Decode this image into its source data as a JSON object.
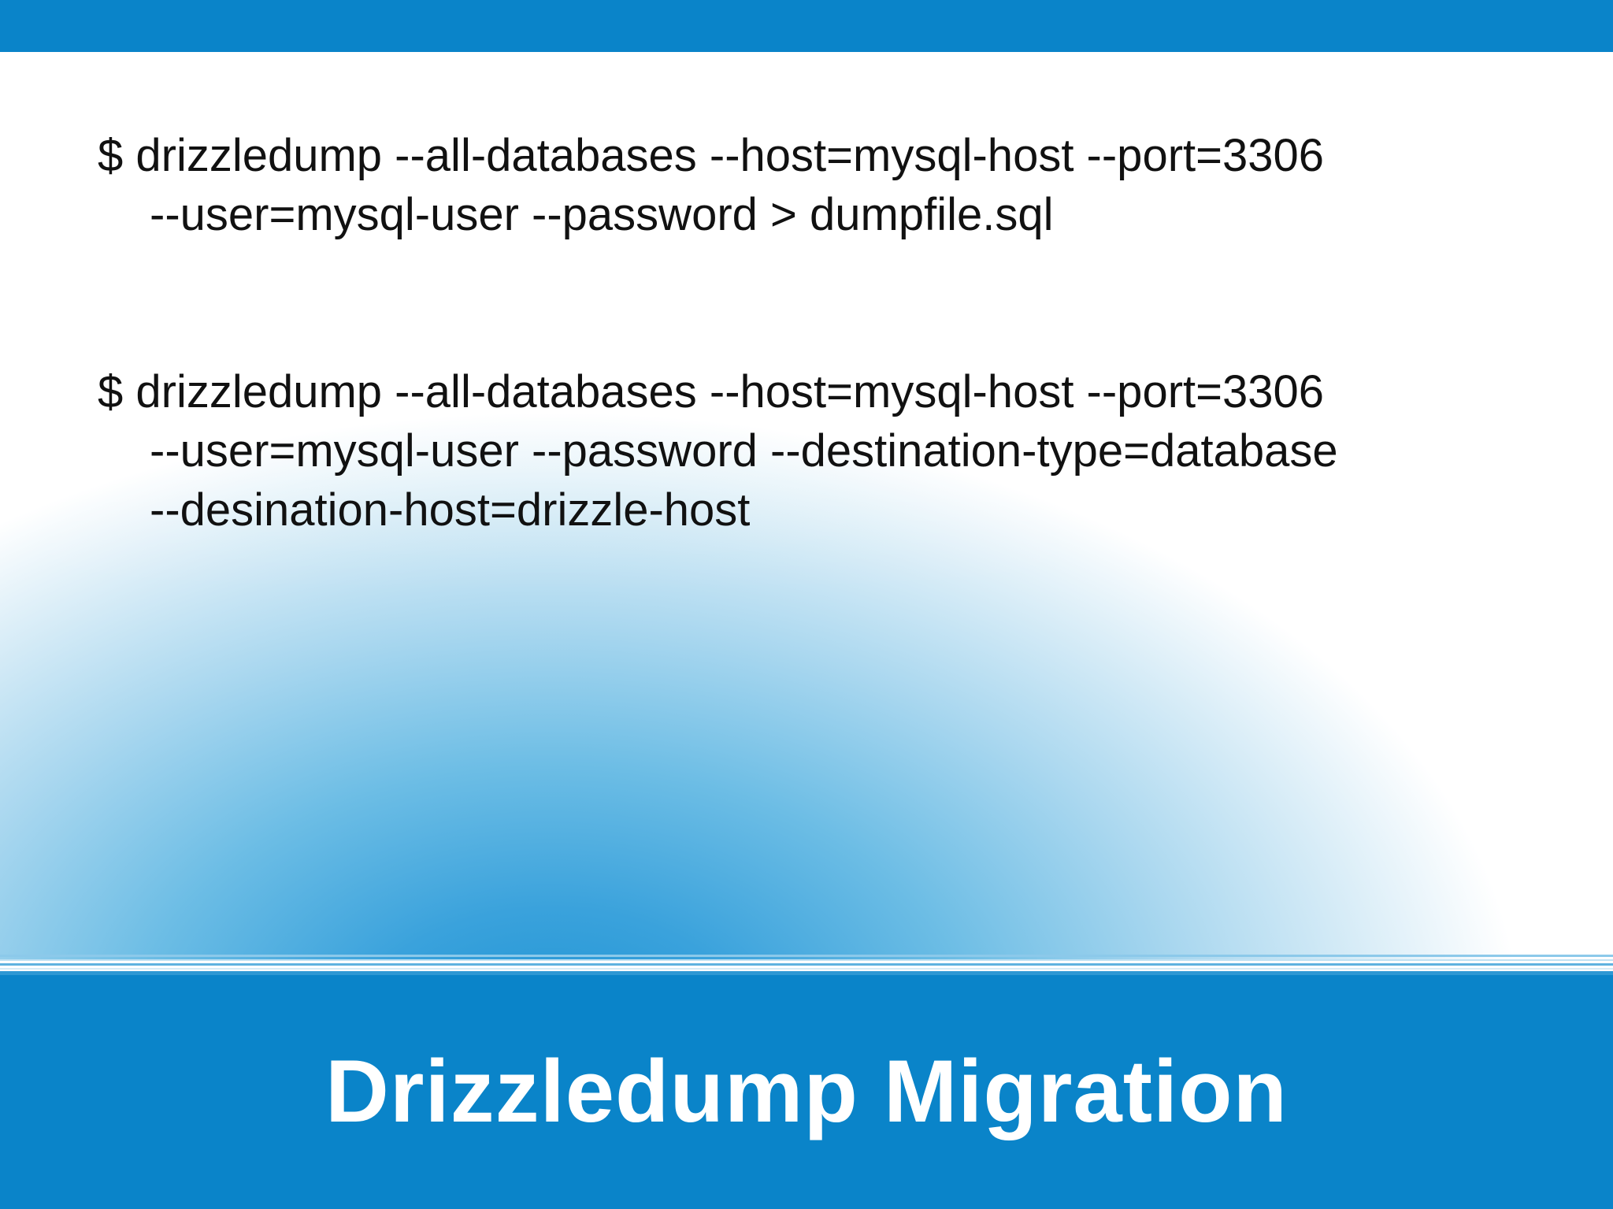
{
  "slide": {
    "title": "Drizzledump Migration",
    "colors": {
      "accent_blue": "#0a84c9",
      "text": "#111111",
      "title_text": "#ffffff"
    },
    "commands": [
      {
        "lines": [
          "$ drizzledump --all-databases --host=mysql-host --port=3306",
          "--user=mysql-user --password > dumpfile.sql"
        ]
      },
      {
        "lines": [
          "$ drizzledump --all-databases --host=mysql-host --port=3306",
          "--user=mysql-user --password --destination-type=database",
          "--desination-host=drizzle-host"
        ]
      }
    ]
  }
}
